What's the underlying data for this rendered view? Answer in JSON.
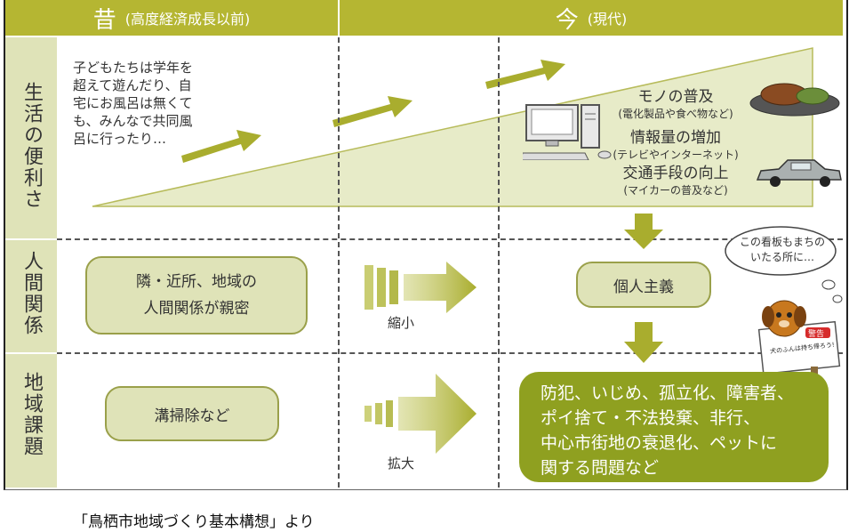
{
  "header": {
    "past_title": "昔",
    "past_sub": "(高度経済成長以前)",
    "present_title": "今",
    "present_sub": "(現代)"
  },
  "rows": {
    "convenience_label": "生活の便利さ",
    "relations_label": "人間関係",
    "issues_label": "地域課題"
  },
  "convenience": {
    "past_note": "子どもたちは学年を\n超えて遊んだり、自\n宅にお風呂は無くて\nも、みんなで共同風\n呂に行ったり…",
    "items": [
      {
        "title": "モノの普及",
        "sub": "(電化製品や食べ物など)"
      },
      {
        "title": "情報量の増加",
        "sub": "(テレビやインターネット)"
      },
      {
        "title": "交通手段の向上",
        "sub": "(マイカーの普及など)"
      }
    ]
  },
  "relations": {
    "past_box": "隣・近所、地域の\n人間関係が親密",
    "arrow_label": "縮小",
    "present_box": "個人主義",
    "bubble": "この看板もまちの\nいたる所に…"
  },
  "issues": {
    "past_box": "溝掃除など",
    "arrow_label": "拡大",
    "present_box": "防犯、いじめ、孤立化、障害者、\nポイ捨て・不法投棄、非行、\n中心市街地の衰退化、ペットに\n関する問題など"
  },
  "sign": {
    "badge": "警告",
    "text": "犬のふんは持ち帰ろう!"
  },
  "caption": "「鳥栖市地域づくり基本構想」より",
  "colors": {
    "header": "#b5b632",
    "panel": "#dfe3b8",
    "accent": "#a9ad2e",
    "issue_box": "#8fa020"
  }
}
